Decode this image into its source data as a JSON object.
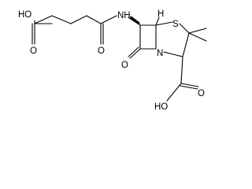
{
  "molecule": {
    "atom_labels": {
      "acid_oh_left": "HO",
      "acid_o_left": "O",
      "amide_nh": "NH",
      "amide_o": "O",
      "ring_h": "H",
      "ring_s": "S",
      "ring_n": "N",
      "lactam_o": "O",
      "acid_oh_right": "HO",
      "acid_o_right": "O"
    }
  }
}
